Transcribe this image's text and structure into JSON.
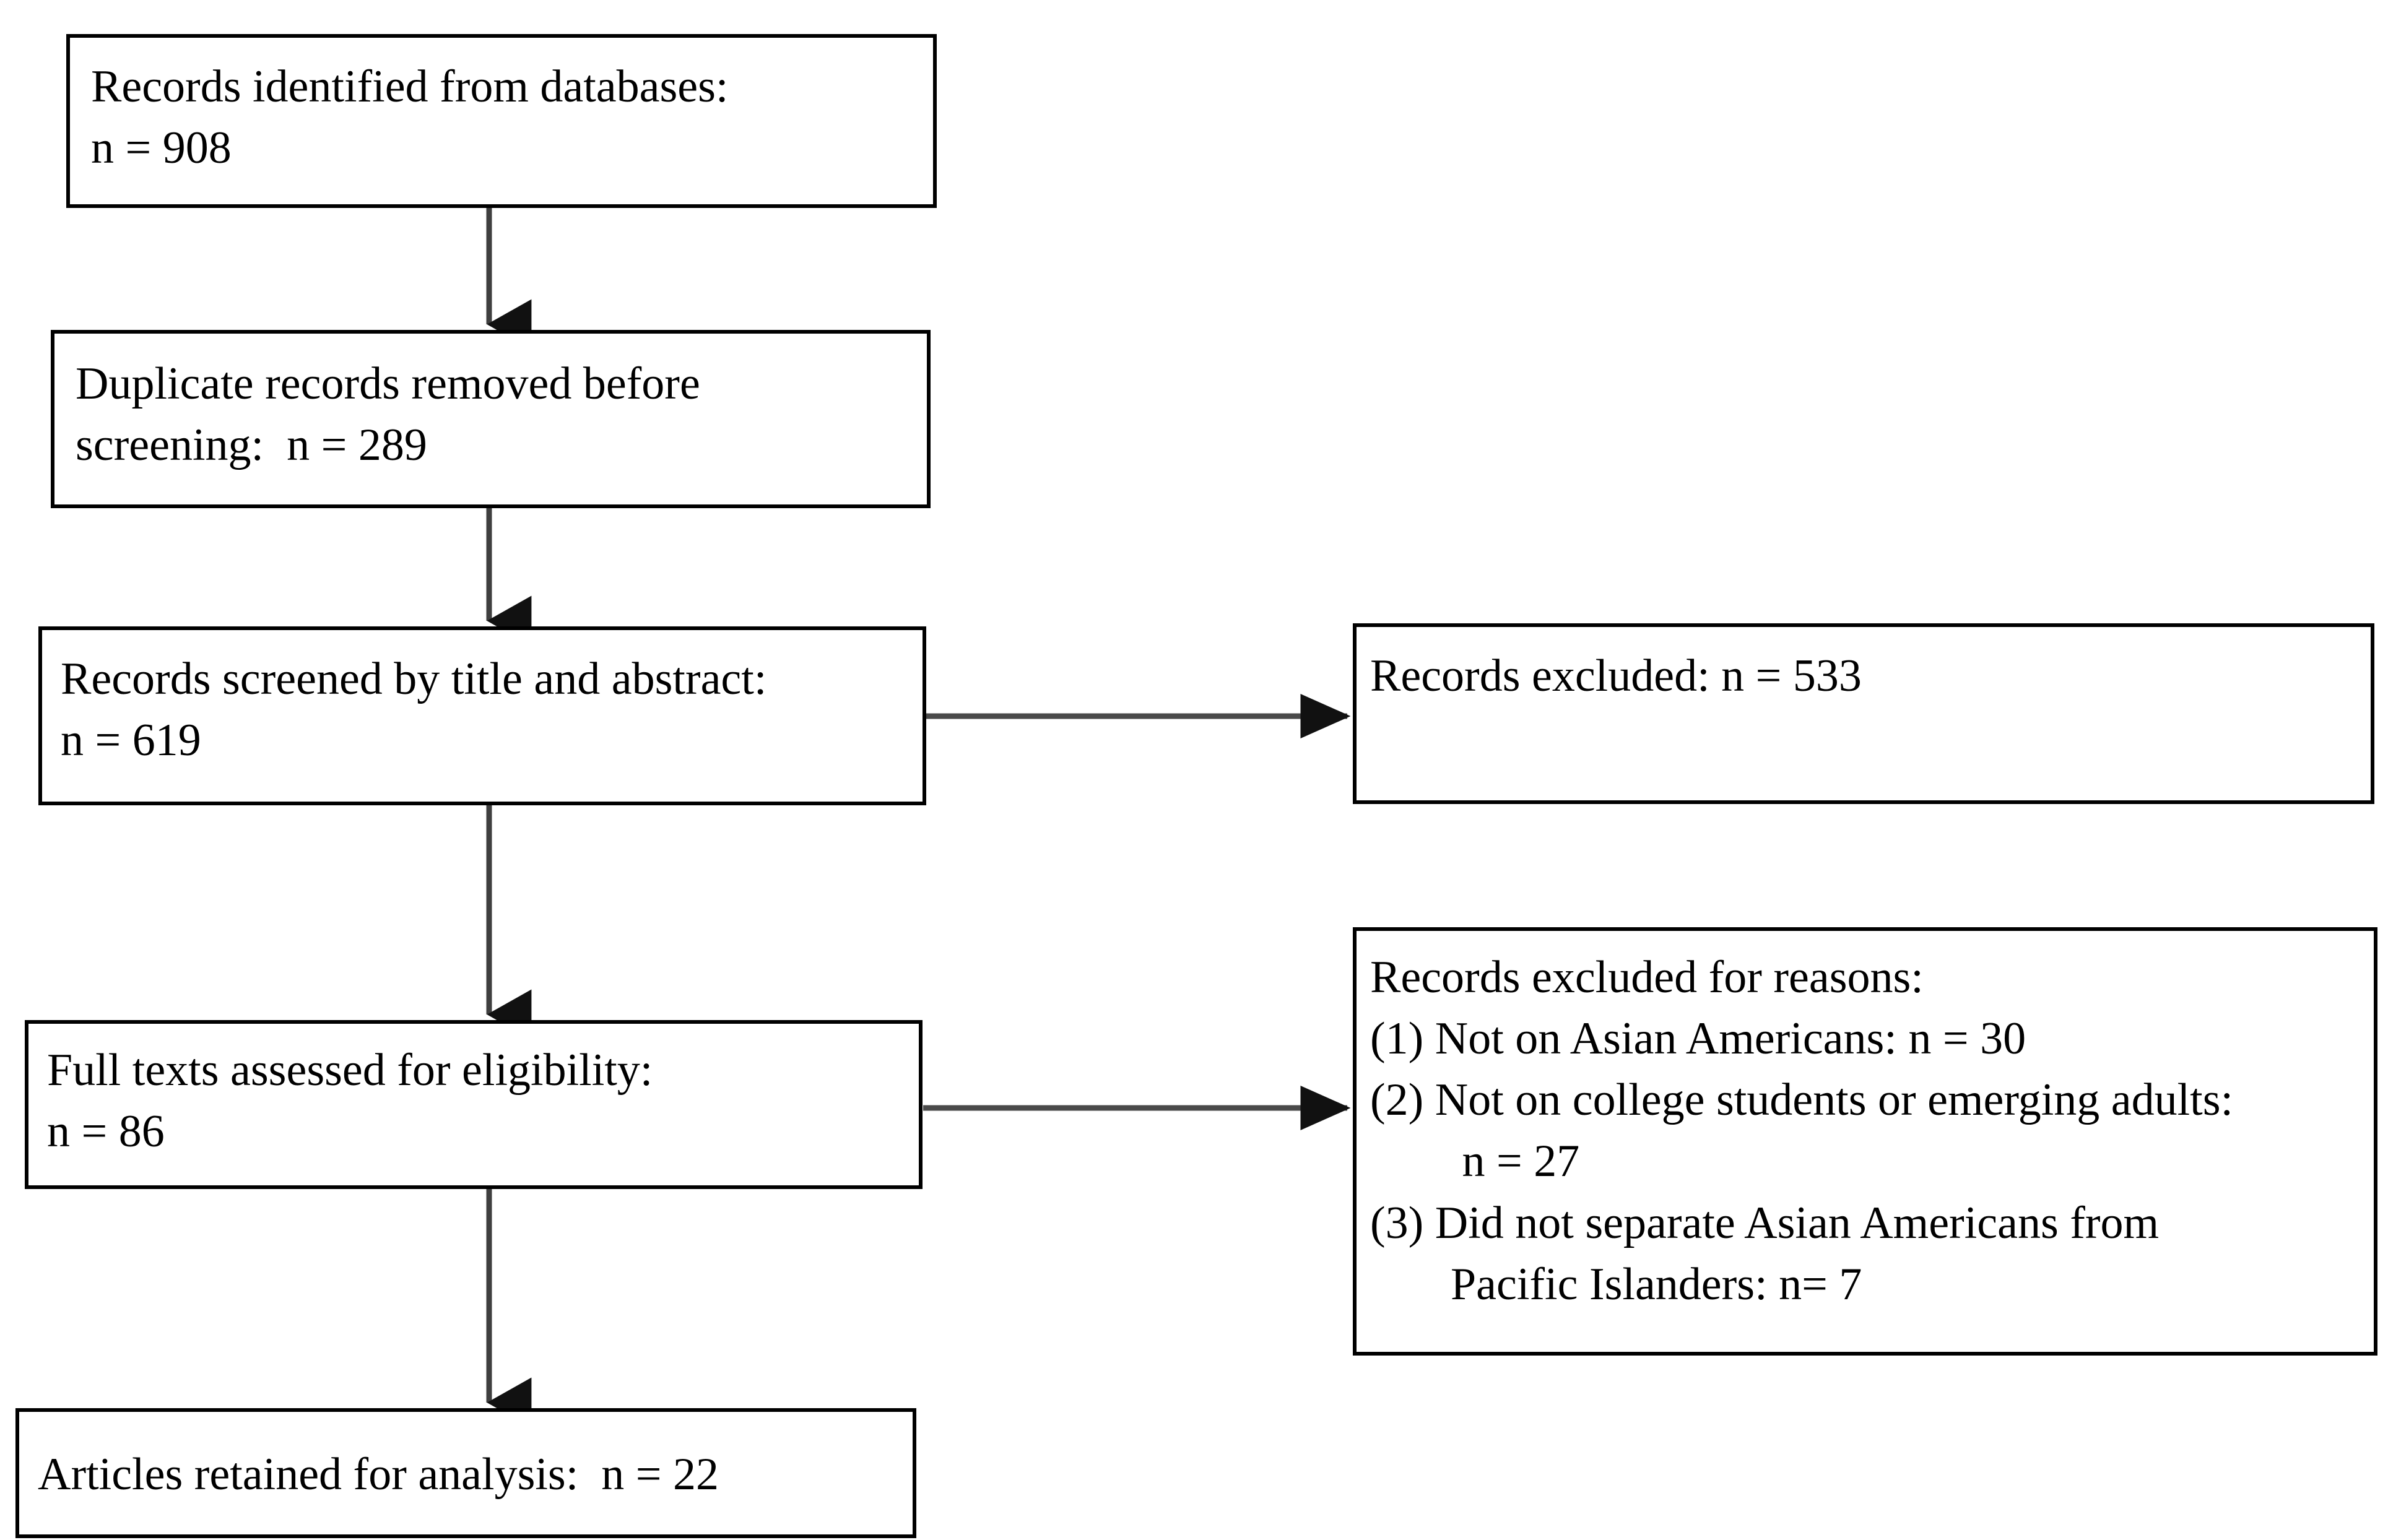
{
  "diagram": {
    "type": "prisma-flow-diagram",
    "title": "",
    "boxes": [
      {
        "id": "records-identified",
        "lines": [
          "Records identified from databases:",
          "n = 908"
        ]
      },
      {
        "id": "duplicates-removed",
        "lines": [
          "Duplicate records removed before",
          "screening:  n = 289"
        ]
      },
      {
        "id": "records-screened",
        "lines": [
          "Records screened by title and abstract:",
          "n = 619"
        ]
      },
      {
        "id": "records-excluded",
        "lines": [
          "Records excluded: n = 533"
        ]
      },
      {
        "id": "full-texts-assessed",
        "lines": [
          "Full texts assessed for eligibility:",
          "n = 86"
        ]
      },
      {
        "id": "records-excluded-reasons",
        "heading": "Records excluded for reasons:",
        "reasons": [
          {
            "label": "(1)",
            "text": "Not on Asian Americans: n = 30",
            "cont": ""
          },
          {
            "label": "(2)",
            "text": "Not on college students or emerging  adults:",
            "cont": " n = 27"
          },
          {
            "label": "(3)",
            "text": "Did not separate Asian Americans from",
            "cont": "Pacific Islanders: n= 7"
          }
        ]
      },
      {
        "id": "articles-retained",
        "lines": [
          "Articles retained for analysis:  n = 22"
        ]
      }
    ],
    "connectors": [
      {
        "id": "arrow-identified-to-duplicates",
        "direction": "down"
      },
      {
        "id": "arrow-duplicates-to-screened",
        "direction": "down"
      },
      {
        "id": "arrow-screened-to-fulltext",
        "direction": "down"
      },
      {
        "id": "arrow-screened-to-excluded",
        "direction": "right"
      },
      {
        "id": "arrow-fulltext-to-reasons",
        "direction": "right"
      },
      {
        "id": "arrow-fulltext-to-retained",
        "direction": "down"
      }
    ],
    "colors": {
      "border": "#000000",
      "text": "#000000",
      "background": "#ffffff",
      "connector": "#3a3a3a"
    },
    "counts": {
      "identified": 908,
      "duplicates_removed": 289,
      "screened": 619,
      "excluded_screening": 533,
      "full_texts_assessed": 86,
      "excluded_not_asian_americans": 30,
      "excluded_not_college_students": 27,
      "excluded_not_separated_pacific_islanders": 7,
      "retained": 22
    }
  }
}
